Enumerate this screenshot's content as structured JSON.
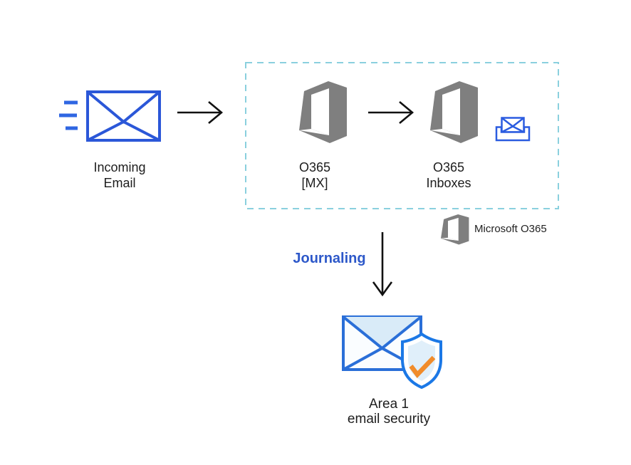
{
  "diagram": {
    "nodes": {
      "incoming_email": {
        "line1": "Incoming",
        "line2": "Email"
      },
      "o365_mx": {
        "line1": "O365",
        "line2": "[MX]"
      },
      "o365_inboxes": {
        "line1": "O365",
        "line2": "Inboxes"
      },
      "area1": {
        "line1": "Area 1",
        "line2": "email security"
      }
    },
    "flow_label": "Journaling",
    "legend": {
      "label": "Microsoft O365"
    },
    "icons": {
      "incoming_email": "envelope-with-motion-lines",
      "o365": "microsoft-office-logo",
      "inboxes": "envelope-in-tray",
      "area1": "envelope-with-shield-checkmark"
    },
    "colors": {
      "envelope_blue": "#2b57d8",
      "motion_lines_blue": "#2f66e2",
      "office_gray": "#7f7f7f",
      "dashed_border": "#8ad0de",
      "journaling_blue": "#2d58c9",
      "arrow_black": "#111111",
      "secure_envelope_blue": "#2a6fd8",
      "shield_blue": "#1b78e6",
      "shield_fill": "#e0effa",
      "envelope_flap_fill": "#d9ebf8",
      "check_orange": "#f18c2b",
      "text_black": "#1d1d1d"
    }
  }
}
